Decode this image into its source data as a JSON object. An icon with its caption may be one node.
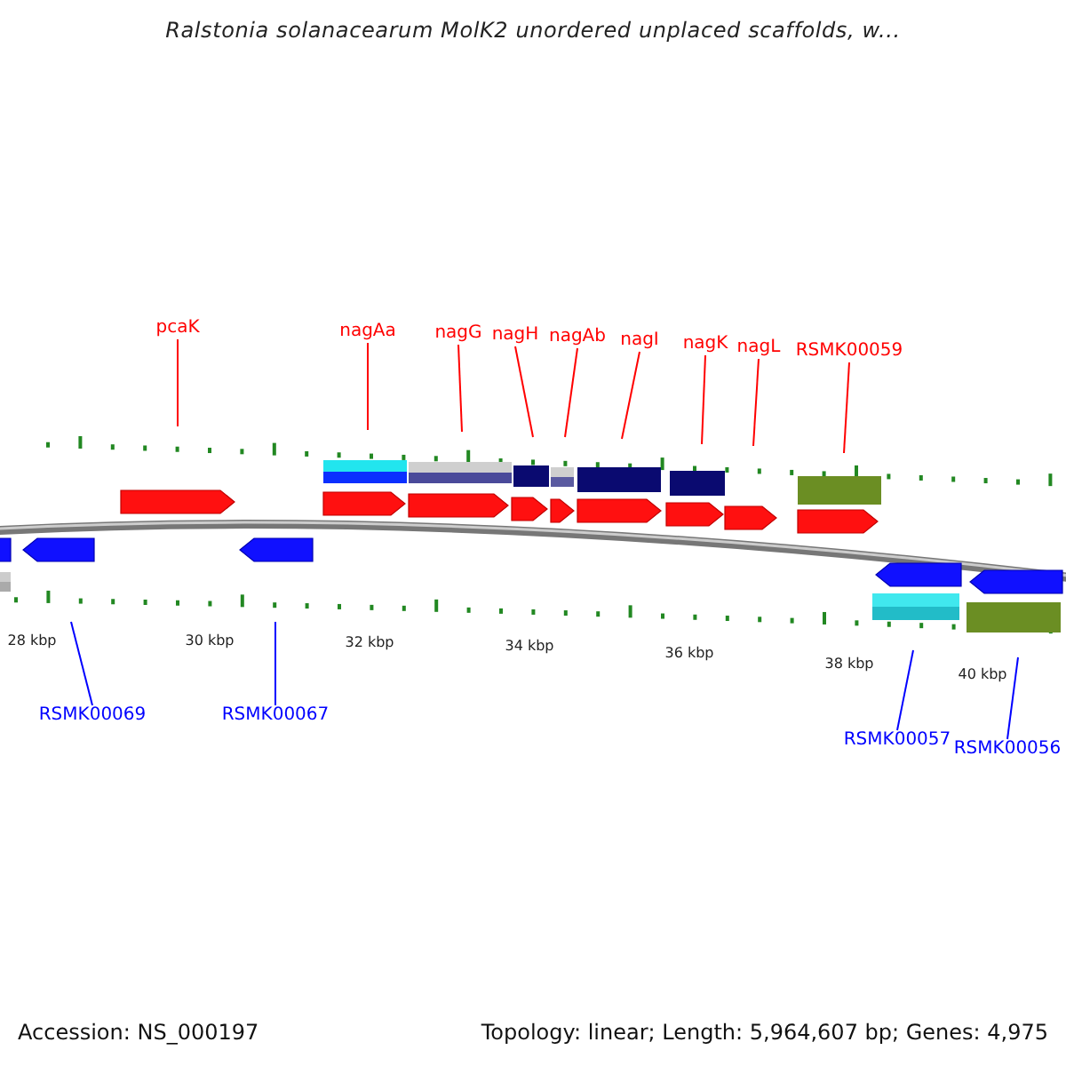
{
  "diagram": {
    "title": "Ralstonia solanacearum MolK2 unordered unplaced scaffolds, w...",
    "nodes": [
      {
        "text": [
          "pcaK"
        ]
      },
      {
        "text": [
          "nagAa"
        ]
      },
      {
        "text": [
          "nagG"
        ]
      },
      {
        "text": [
          "nagH"
        ]
      },
      {
        "text": [
          "nagAb"
        ]
      },
      {
        "text": [
          "nagI"
        ]
      },
      {
        "text": [
          "nagK"
        ]
      },
      {
        "text": [
          "nagL"
        ]
      },
      {
        "text": [
          "RSMK00059"
        ]
      },
      {
        "text": [
          "RSMK00069"
        ]
      },
      {
        "text": [
          "RSMK00067"
        ]
      },
      {
        "text": [
          "RSMK00057"
        ]
      },
      {
        "text": [
          "RSMK00056"
        ]
      }
    ],
    "edges": [
      {
        "from": 0,
        "to": null,
        "arrow": "none"
      },
      {
        "from": 1,
        "to": null,
        "arrow": "none"
      },
      {
        "from": 2,
        "to": null,
        "arrow": "none"
      },
      {
        "from": 3,
        "to": null,
        "arrow": "none"
      },
      {
        "from": 4,
        "to": null,
        "arrow": "none"
      },
      {
        "from": 5,
        "to": null,
        "arrow": "none"
      },
      {
        "from": 6,
        "to": null,
        "arrow": "none"
      },
      {
        "from": 7,
        "to": null,
        "arrow": "none"
      },
      {
        "from": 8,
        "to": null,
        "arrow": "none"
      },
      {
        "from": 9,
        "to": null,
        "arrow": "none",
        "color": "#0000ff"
      },
      {
        "from": 10,
        "to": null,
        "arrow": "none",
        "color": "#0000ff"
      },
      {
        "from": 11,
        "to": null,
        "arrow": "none",
        "color": "#0000ff"
      },
      {
        "from": 12,
        "to": null,
        "arrow": "none",
        "color": "#0000ff"
      }
    ],
    "labels": [
      "28 kbp",
      "30 kbp",
      "32 kbp",
      "34 kbp",
      "36 kbp",
      "38 kbp",
      "40 kbp",
      "Accession: NS_000197",
      "Topology: linear; Length: 5,964,607 bp; Genes: 4,975"
    ]
  }
}
